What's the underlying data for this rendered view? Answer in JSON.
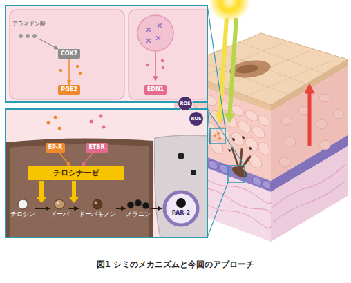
{
  "diagram": {
    "caption": "図1 シミのメカニズムと今回のアプローチ",
    "nodes": [
      {
        "text": [
          "COX2"
        ]
      },
      {
        "text": [
          "PGE2"
        ]
      },
      {
        "text": [
          "EDN1"
        ]
      },
      {
        "text": [
          "EP-R"
        ]
      },
      {
        "text": [
          "ETBR"
        ]
      },
      {
        "text": [
          "チロシナーゼ"
        ]
      },
      {
        "text": [
          "チロシン"
        ]
      },
      {
        "text": [
          "ドーパ"
        ]
      },
      {
        "text": [
          "ドーパキノン"
        ]
      },
      {
        "text": [
          "メラニン"
        ]
      },
      {
        "text": [
          "PAR-2"
        ]
      },
      {
        "text": [
          "ROS"
        ]
      },
      {
        "text": [
          "ROS"
        ]
      }
    ],
    "edges": [
      {
        "from": 0,
        "to": 1,
        "arrow": "to"
      },
      {
        "from": 3,
        "to": 5,
        "arrow": "to"
      },
      {
        "from": 4,
        "to": 5,
        "arrow": "to"
      },
      {
        "from": 6,
        "to": 7,
        "arrow": "to"
      },
      {
        "from": 7,
        "to": 8,
        "arrow": "to"
      },
      {
        "from": 8,
        "to": 9,
        "arrow": "to"
      },
      {
        "from": 9,
        "to": 10,
        "arrow": "to"
      }
    ],
    "labels": [
      "アラキドン酸"
    ]
  }
}
